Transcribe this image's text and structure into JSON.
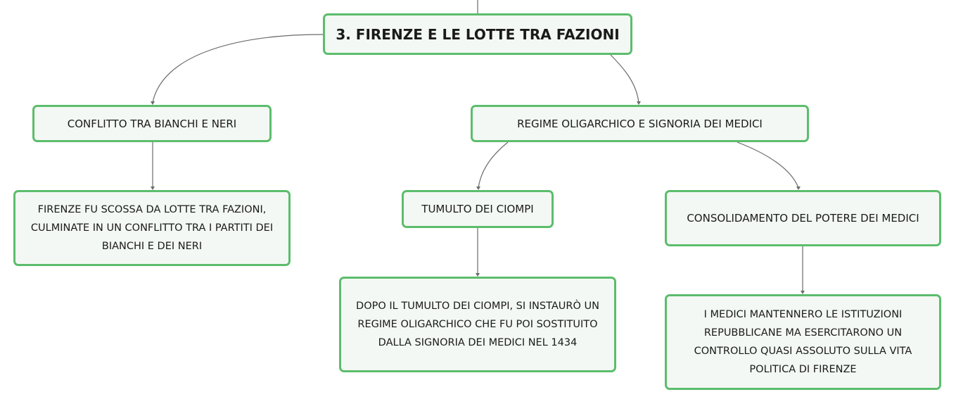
{
  "map": {
    "root": {
      "label": "3. FIRENZE E LE LOTTE TRA FAZIONI"
    },
    "bianchi_neri": {
      "label": "CONFLITTO TRA BIANCHI E NERI",
      "detail": "FIRENZE FU SCOSSA DA LOTTE TRA FAZIONI, CULMINATE IN UN CONFLITTO TRA I PARTITI DEI BIANCHI E DEI NERI"
    },
    "regime": {
      "label": "REGIME OLIGARCHICO E SIGNORIA DEI MEDICI"
    },
    "tumulto": {
      "label": "TUMULTO DEI CIOMPI",
      "detail": "DOPO IL TUMULTO DEI CIOMPI, SI INSTAURÒ UN REGIME OLIGARCHICO CHE FU POI SOSTITUITO DALLA SIGNORIA DEI MEDICI NEL 1434"
    },
    "consolidamento": {
      "label": "CONSOLIDAMENTO DEL POTERE DEI MEDICI",
      "detail": "I MEDICI MANTENNERO LE ISTITUZIONI REPUBBLICANE MA ESERCITARONO UN CONTROLLO QUASI ASSOLUTO SULLA VITA POLITICA DI FIRENZE"
    }
  },
  "colors": {
    "node_border": "#5cbd6c",
    "node_fill": "#f3f8f4",
    "connector": "#6b6b6b",
    "text": "#1a1a1a"
  }
}
